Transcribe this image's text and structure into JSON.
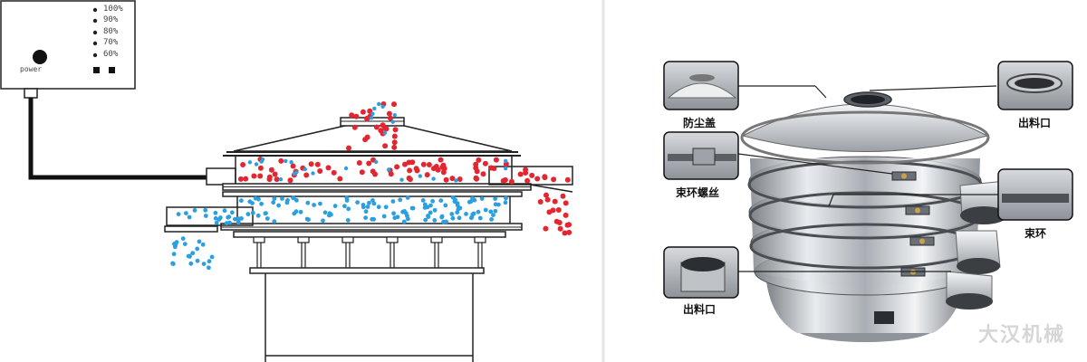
{
  "control_box": {
    "power_label": "power",
    "levels": [
      "100%",
      "90%",
      "80%",
      "70%",
      "60%"
    ]
  },
  "labels": {
    "dust_cover": "防尘盖",
    "outlet_top": "出料口",
    "clamp_screw": "束环螺丝",
    "clamp_ring": "束环",
    "outlet_bottom": "出料口"
  },
  "watermark": "大汉机械",
  "colors": {
    "coarse": "#e32630",
    "fine": "#2b9fe0",
    "line": "#222222"
  }
}
